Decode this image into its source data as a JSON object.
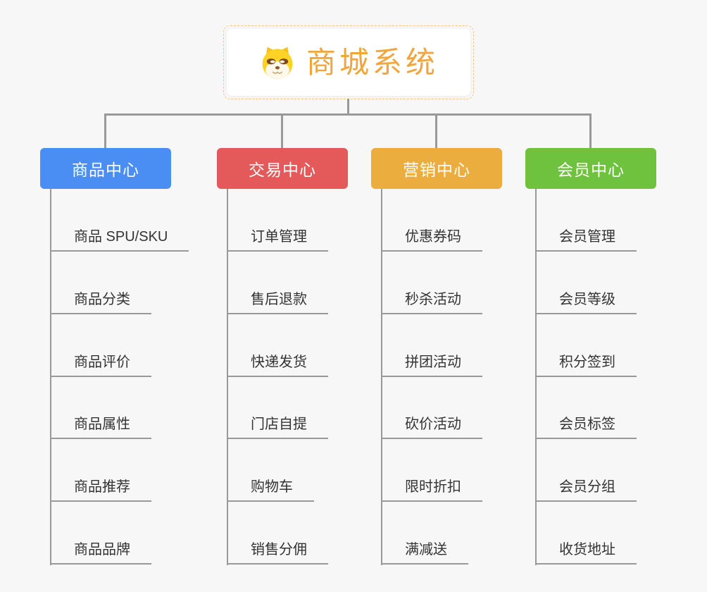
{
  "root": {
    "title": "商城系统",
    "icon": "dog-face-icon"
  },
  "palette": {
    "background": "#f7f7f7",
    "connector_gray": "#999999",
    "leaf_text": "#333333",
    "root_text": "#F0A63C",
    "root_border": "#F5C783"
  },
  "columns": [
    {
      "label": "商品中心",
      "color": "#4A8DF3",
      "items": [
        "商品 SPU/SKU",
        "商品分类",
        "商品评价",
        "商品属性",
        "商品推荐",
        "商品品牌"
      ]
    },
    {
      "label": "交易中心",
      "color": "#E45A5A",
      "items": [
        "订单管理",
        "售后退款",
        "快递发货",
        "门店自提",
        "购物车",
        "销售分佣"
      ]
    },
    {
      "label": "营销中心",
      "color": "#EBAD3E",
      "items": [
        "优惠券码",
        "秒杀活动",
        "拼团活动",
        "砍价活动",
        "限时折扣",
        "满减送"
      ]
    },
    {
      "label": "会员中心",
      "color": "#6FC23E",
      "items": [
        "会员管理",
        "会员等级",
        "积分签到",
        "会员标签",
        "会员分组",
        "收货地址"
      ]
    }
  ]
}
